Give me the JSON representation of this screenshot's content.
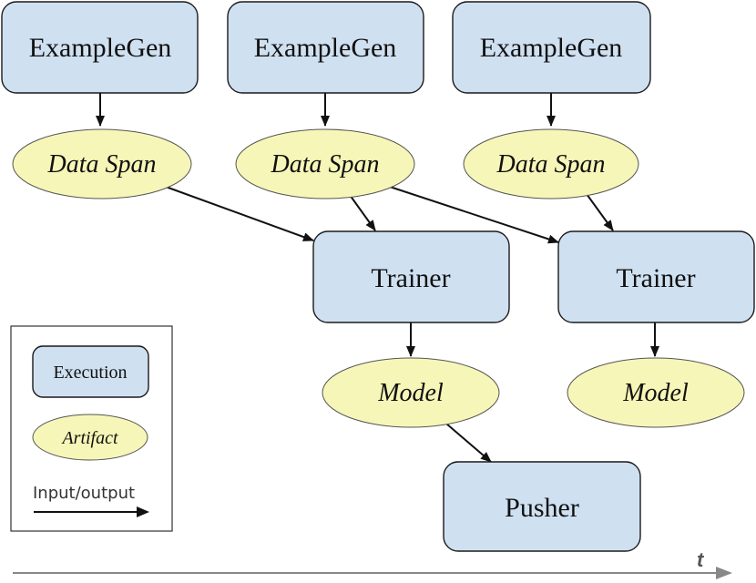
{
  "nodes": {
    "examplegen_1": "ExampleGen",
    "examplegen_2": "ExampleGen",
    "examplegen_3": "ExampleGen",
    "dataspan_1": "Data Span",
    "dataspan_2": "Data Span",
    "dataspan_3": "Data Span",
    "trainer_1": "Trainer",
    "trainer_2": "Trainer",
    "model_1": "Model",
    "model_2": "Model",
    "pusher": "Pusher"
  },
  "edges": [
    {
      "from": "examplegen_1",
      "to": "dataspan_1"
    },
    {
      "from": "examplegen_2",
      "to": "dataspan_2"
    },
    {
      "from": "examplegen_3",
      "to": "dataspan_3"
    },
    {
      "from": "dataspan_1",
      "to": "trainer_1"
    },
    {
      "from": "dataspan_2",
      "to": "trainer_1"
    },
    {
      "from": "dataspan_2",
      "to": "trainer_2"
    },
    {
      "from": "dataspan_3",
      "to": "trainer_2"
    },
    {
      "from": "trainer_1",
      "to": "model_1"
    },
    {
      "from": "trainer_2",
      "to": "model_2"
    },
    {
      "from": "model_1",
      "to": "pusher"
    }
  ],
  "legend": {
    "execution": "Execution",
    "artifact": "Artifact",
    "io": "Input/output"
  },
  "time_axis": {
    "label": "t"
  },
  "colors": {
    "execution_fill": "#cfe0f1",
    "artifact_fill": "#f6f6b8",
    "edge": "#111111",
    "timeline": "#888888"
  }
}
